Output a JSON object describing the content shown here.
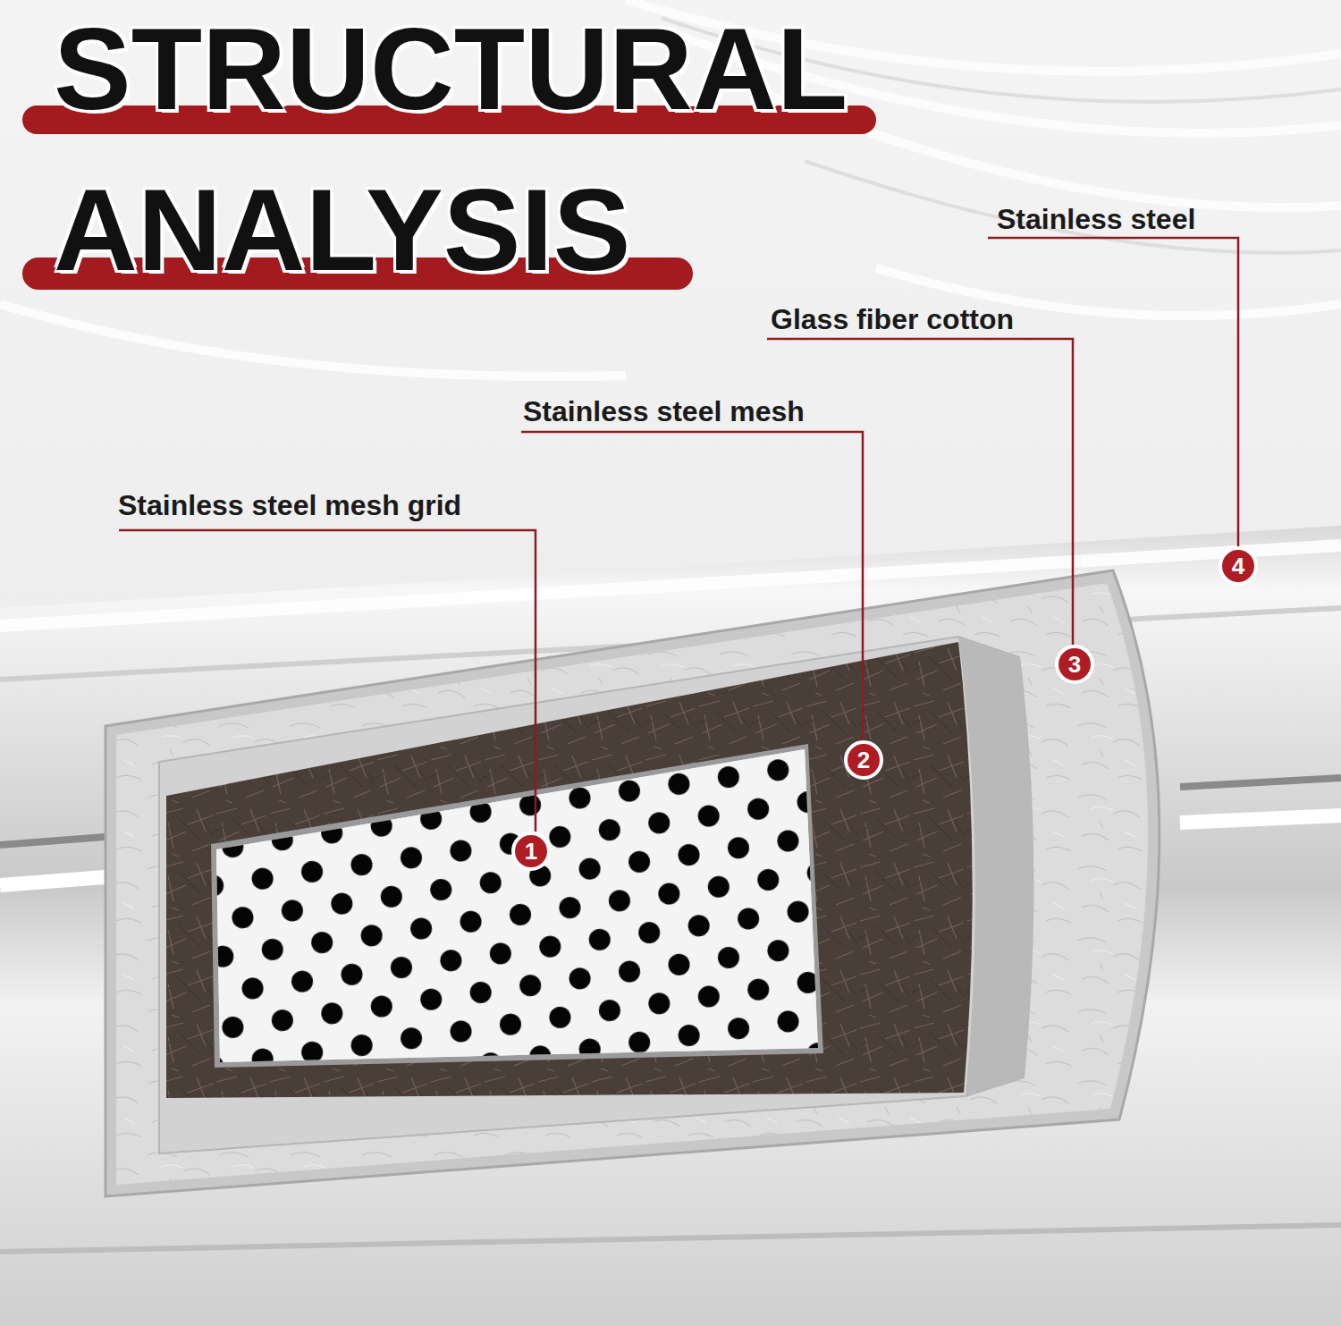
{
  "diagram": {
    "title": "STRUCTURAL ANALYSIS",
    "labels": [
      "Stainless steel",
      "Glass fiber cotton",
      "Stainless steel mesh",
      "Stainless steel mesh grid",
      "1",
      "2",
      "3",
      "4"
    ]
  }
}
